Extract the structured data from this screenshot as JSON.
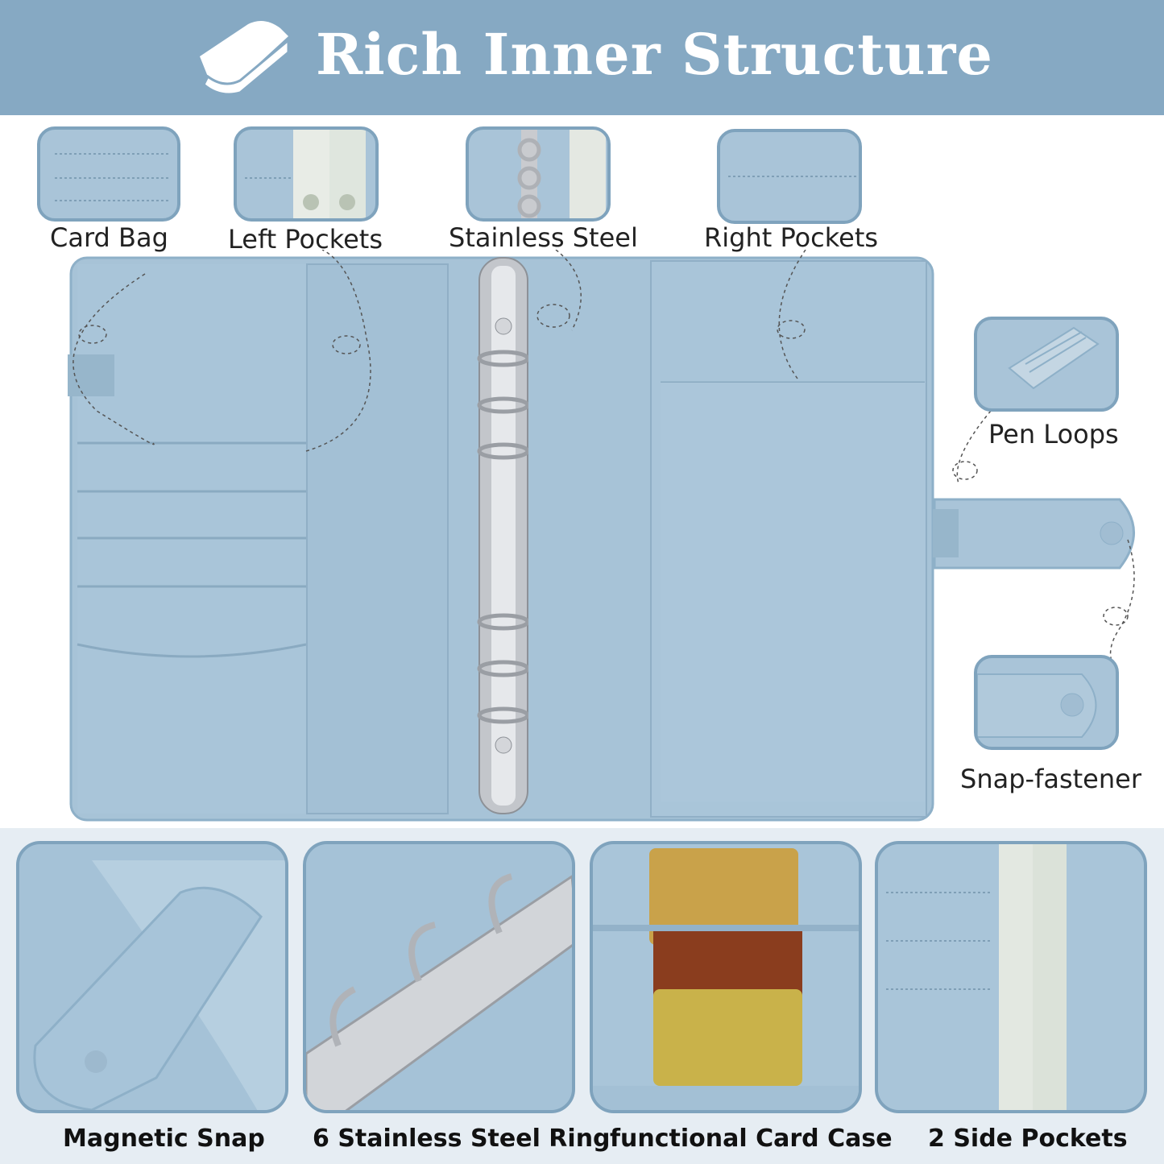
{
  "header": {
    "title": "Rich Inner Structure",
    "icon": "book-icon",
    "background": "#86a9c3"
  },
  "top_features": [
    {
      "label": "Card Bag"
    },
    {
      "label": "Left Pockets"
    },
    {
      "label": "Stainless Steel"
    },
    {
      "label": "Right Pockets"
    }
  ],
  "side_features": [
    {
      "label": "Pen Loops"
    },
    {
      "label": "Snap-fastener"
    }
  ],
  "bottom_features": [
    {
      "label": "Magnetic Snap"
    },
    {
      "label": "6 Stainless Steel Ring"
    },
    {
      "label": "functional Card Case"
    },
    {
      "label": "2 Side Pockets"
    }
  ],
  "colors": {
    "leather": "#a9c4d8",
    "leather_dark": "#8eb0c8",
    "border": "#7fa3bd",
    "ring": "#b9bcc1"
  }
}
